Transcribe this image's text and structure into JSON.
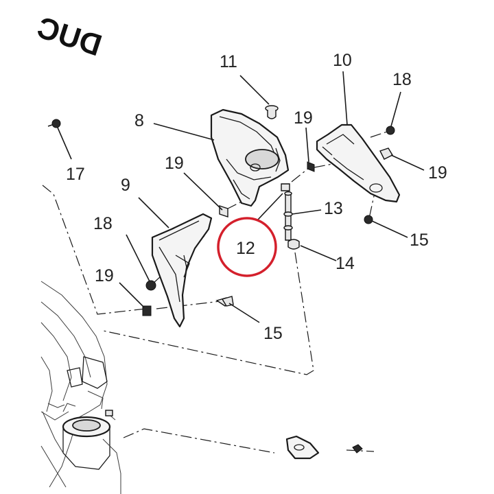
{
  "logo": {
    "text": "DUC"
  },
  "callouts": {
    "c8": "8",
    "c9": "9",
    "c10": "10",
    "c11": "11",
    "c12": "12",
    "c13": "13",
    "c14": "14",
    "c15a": "15",
    "c15b": "15",
    "c17": "17",
    "c18a": "18",
    "c18b": "18",
    "c19a": "19",
    "c19b": "19",
    "c19c": "19",
    "c19d": "19"
  },
  "highlight": {
    "target": "12",
    "color": "#d4202c"
  },
  "colors": {
    "line": "#1a1a1a",
    "part_fill": "#f4f4f4"
  }
}
